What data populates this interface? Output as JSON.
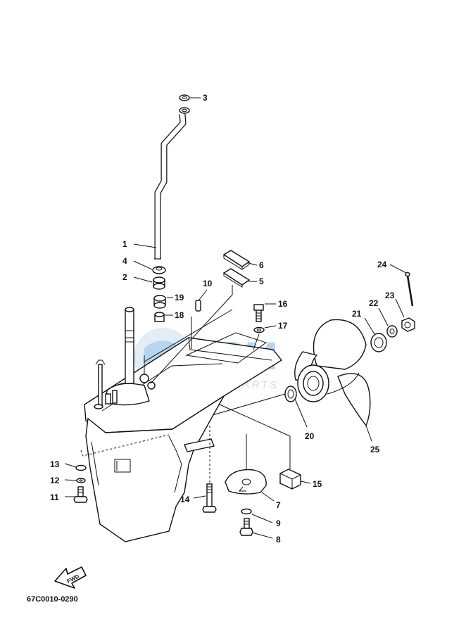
{
  "diagram": {
    "callouts": [
      {
        "id": "c1",
        "label": "1"
      },
      {
        "id": "c2",
        "label": "2"
      },
      {
        "id": "c3",
        "label": "3"
      },
      {
        "id": "c4",
        "label": "4"
      },
      {
        "id": "c5",
        "label": "5"
      },
      {
        "id": "c6",
        "label": "6"
      },
      {
        "id": "c7",
        "label": "7"
      },
      {
        "id": "c8",
        "label": "8"
      },
      {
        "id": "c9",
        "label": "9"
      },
      {
        "id": "c10",
        "label": "10"
      },
      {
        "id": "c11",
        "label": "11"
      },
      {
        "id": "c12",
        "label": "12"
      },
      {
        "id": "c13",
        "label": "13"
      },
      {
        "id": "c14",
        "label": "14"
      },
      {
        "id": "c15",
        "label": "15"
      },
      {
        "id": "c16",
        "label": "16"
      },
      {
        "id": "c17",
        "label": "17"
      },
      {
        "id": "c18",
        "label": "18"
      },
      {
        "id": "c19",
        "label": "19"
      },
      {
        "id": "c20",
        "label": "20"
      },
      {
        "id": "c21",
        "label": "21"
      },
      {
        "id": "c22",
        "label": "22"
      },
      {
        "id": "c23",
        "label": "23"
      },
      {
        "id": "c24",
        "label": "24"
      },
      {
        "id": "c25",
        "label": "25"
      }
    ],
    "fwd_label": "FWD",
    "diagram_code": "67C0010-0290"
  },
  "watermark": {
    "brand": "CSM",
    "sub": "MOTORPARTS",
    "colors": {
      "blue": "#7fb4e0",
      "light": "#c9dff2"
    }
  }
}
